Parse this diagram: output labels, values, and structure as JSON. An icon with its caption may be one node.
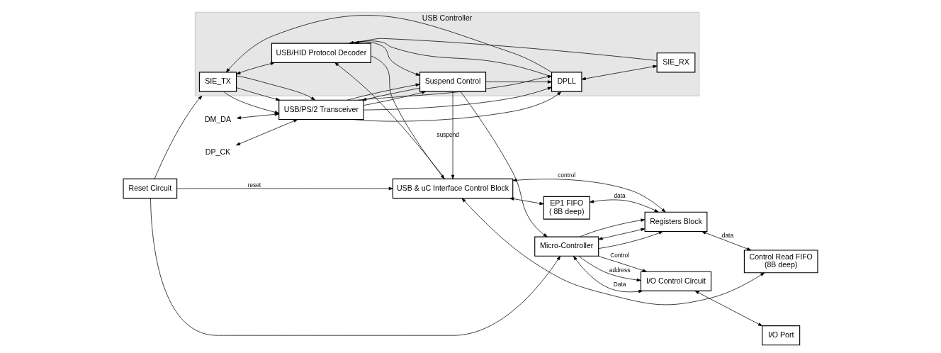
{
  "diagram": {
    "nodes": [
      {
        "text": [
          "DP_CK"
        ]
      },
      {
        "text": [
          "DM_DA"
        ]
      },
      {
        "text": [
          "USB/PS/2 Transceiver"
        ]
      },
      {
        "text": [
          "USB Controller"
        ]
      },
      {
        "text": [
          "SIE_TX"
        ],
        "in": 3
      },
      {
        "text": [
          "DPLL"
        ],
        "in": 3
      },
      {
        "text": [
          "SIE_RX"
        ],
        "in": 3
      },
      {
        "text": [
          "Suspend Control"
        ],
        "in": 3
      },
      {
        "text": [
          "USB/HID Protocol Decoder"
        ],
        "in": 3
      },
      {
        "text": [
          "USB & uC Interface Control Block"
        ]
      },
      {
        "text": [
          "EP1 FIFO",
          "( 8B deep)"
        ]
      },
      {
        "text": [
          "Registers Block"
        ]
      },
      {
        "text": [
          "Control Read FIFO",
          "(8B deep)"
        ]
      },
      {
        "text": [
          "I/O Control Circuit"
        ]
      },
      {
        "text": [
          "Micro-Controller"
        ]
      },
      {
        "text": [
          "I/O Port"
        ]
      },
      {
        "text": [
          "Reset Circuit"
        ]
      }
    ],
    "edges": [
      {
        "from": 0,
        "to": 2,
        "arrow": "both"
      },
      {
        "from": 1,
        "to": 2,
        "arrow": "both"
      },
      {
        "from": 4,
        "to": 2,
        "arrow": "to"
      },
      {
        "from": 4,
        "to": 2,
        "arrow": "to"
      },
      {
        "from": 4,
        "to": 2,
        "arrow": "to"
      },
      {
        "from": 2,
        "to": 5,
        "arrow": "to"
      },
      {
        "from": 2,
        "to": 5,
        "arrow": "to"
      },
      {
        "from": 2,
        "to": 5,
        "arrow": "to"
      },
      {
        "from": 7,
        "to": 2,
        "arrow": "to"
      },
      {
        "from": 7,
        "to": 5,
        "arrow": "to"
      },
      {
        "from": 2,
        "to": 7,
        "arrow": "to"
      },
      {
        "from": 2,
        "to": 7,
        "arrow": "to"
      },
      {
        "from": 5,
        "to": 4,
        "arrow": "to"
      },
      {
        "from": 5,
        "to": 6,
        "arrow": "both"
      },
      {
        "from": 4,
        "to": 8,
        "arrow": "both"
      },
      {
        "from": 5,
        "to": 8,
        "arrow": "to"
      },
      {
        "from": 6,
        "to": 8,
        "arrow": "to"
      },
      {
        "from": 8,
        "to": 7,
        "arrow": "to"
      },
      {
        "from": 8,
        "to": 9,
        "arrow": "to"
      },
      {
        "from": 9,
        "to": 8,
        "arrow": "to"
      },
      {
        "from": 16,
        "to": 3,
        "arrow": "to"
      },
      {
        "from": 7,
        "to": 9,
        "arrow": "to",
        "label": "suspend"
      },
      {
        "from": 7,
        "to": 14,
        "arrow": "to"
      },
      {
        "from": 16,
        "to": 9,
        "arrow": "to",
        "label": "reset"
      },
      {
        "from": 16,
        "to": 14,
        "arrow": "to"
      },
      {
        "from": 9,
        "to": 10,
        "arrow": "both"
      },
      {
        "from": 9,
        "to": 11,
        "arrow": "both",
        "label": "control"
      },
      {
        "from": 9,
        "to": 12,
        "arrow": "both"
      },
      {
        "from": 10,
        "to": 11,
        "arrow": "both",
        "label": "data"
      },
      {
        "from": 11,
        "to": 12,
        "arrow": "both",
        "label": "data"
      },
      {
        "from": 13,
        "to": 15,
        "arrow": "both"
      },
      {
        "from": 14,
        "to": 13,
        "arrow": "to",
        "label": "address"
      },
      {
        "from": 14,
        "to": 11,
        "arrow": "to"
      },
      {
        "from": 14,
        "to": 13,
        "arrow": "both",
        "label": "Data"
      },
      {
        "from": 14,
        "to": 11,
        "arrow": "both"
      },
      {
        "from": 14,
        "to": 13,
        "arrow": "to",
        "label": "Control"
      },
      {
        "from": 14,
        "to": 11,
        "arrow": "to"
      }
    ]
  }
}
